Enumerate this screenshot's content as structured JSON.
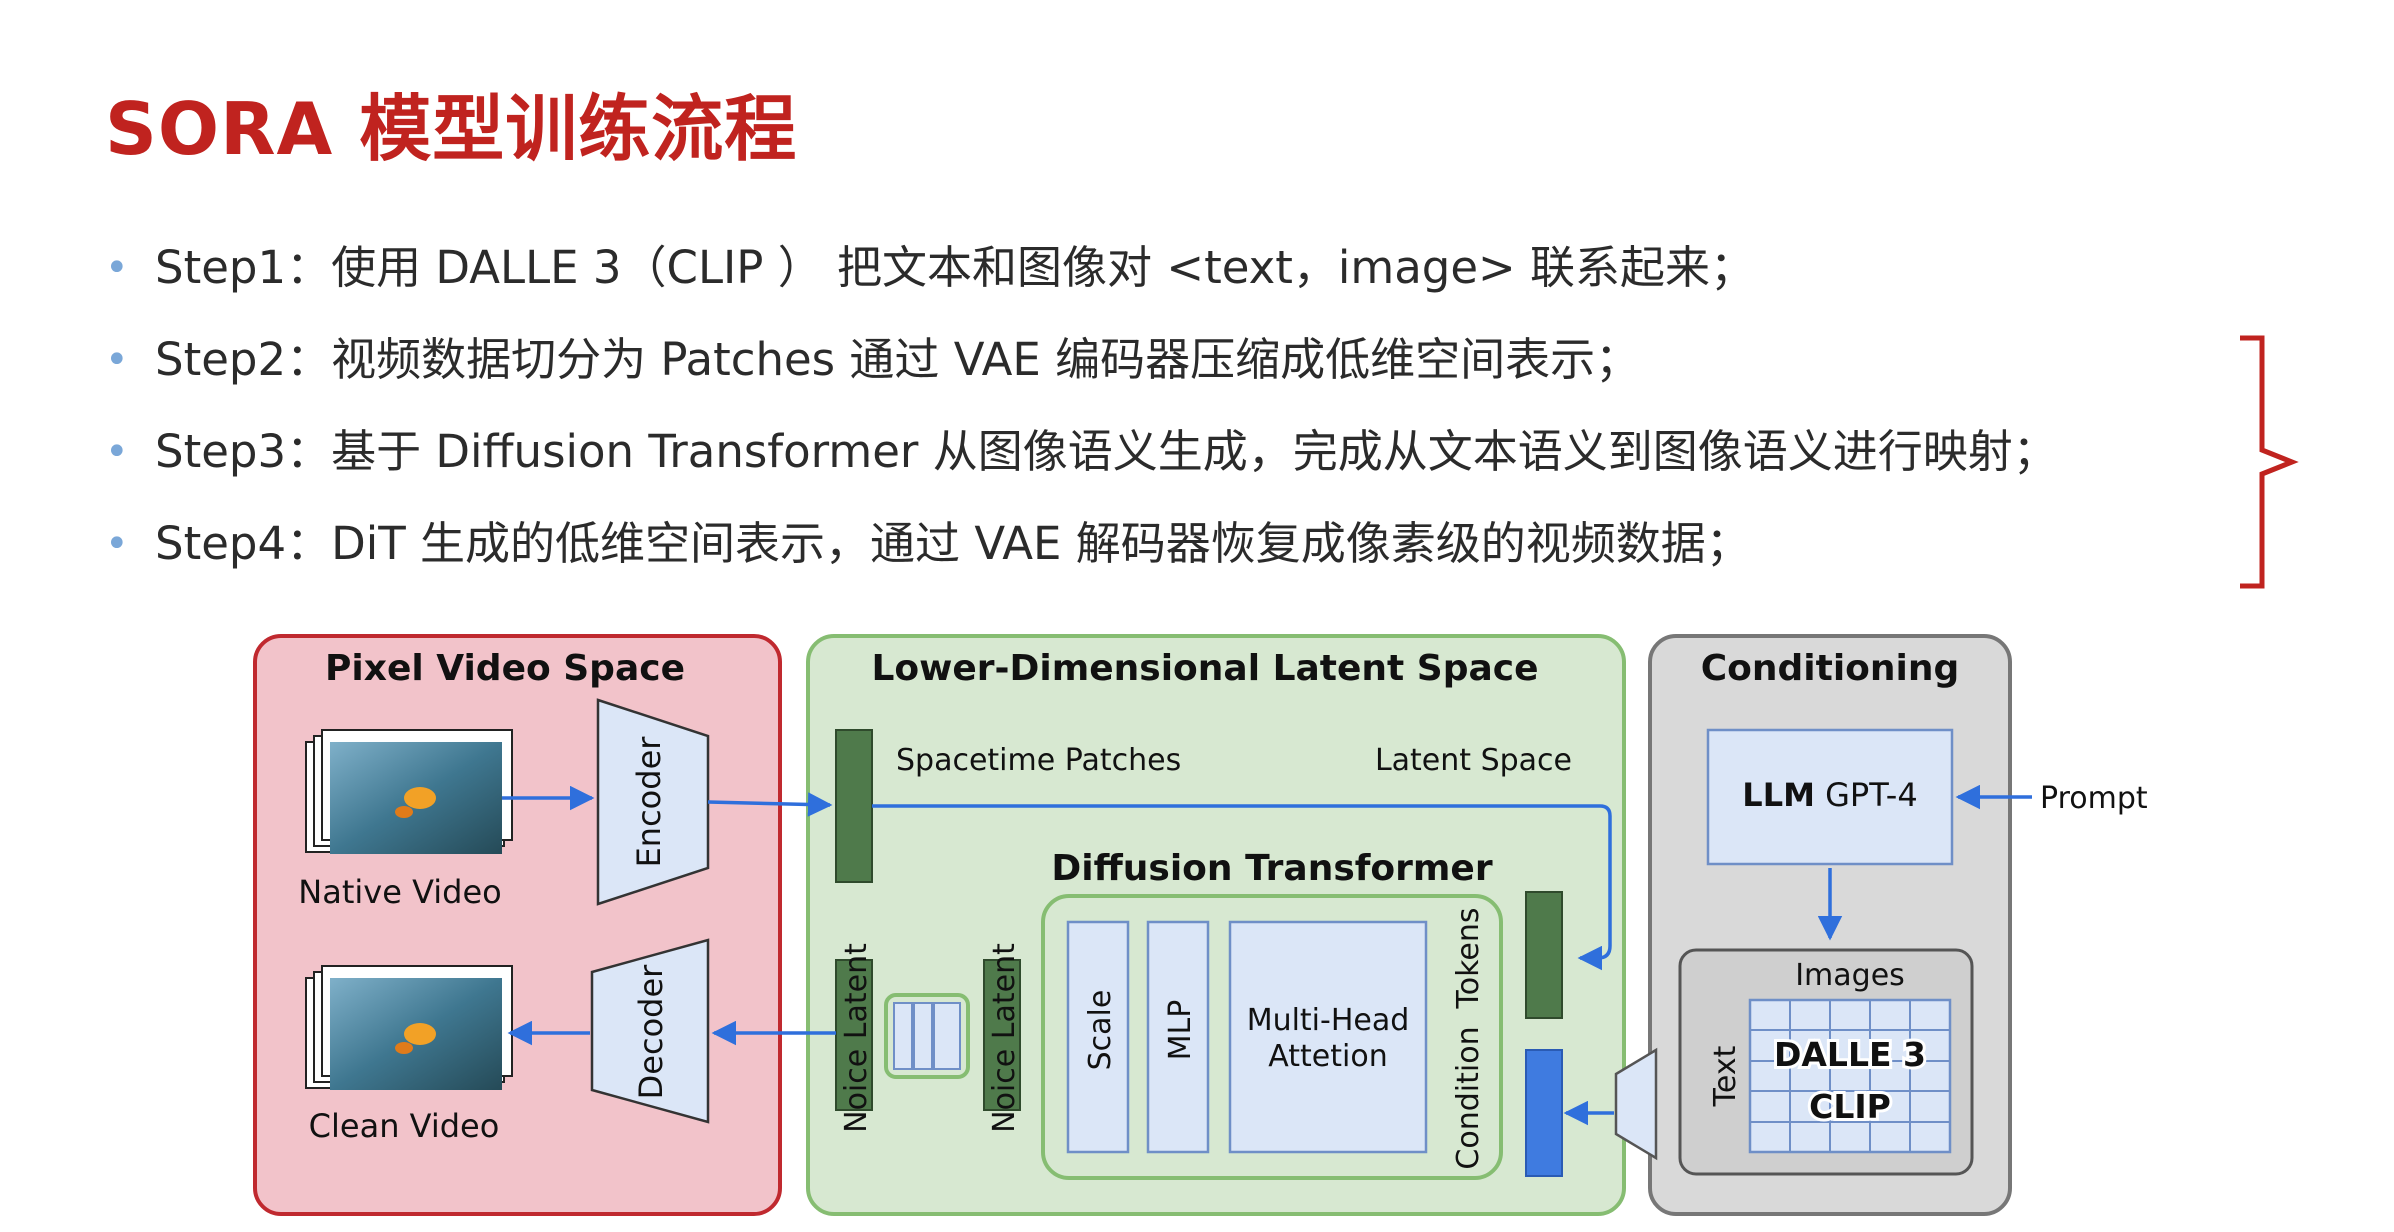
{
  "title": "SORA 模型训练流程",
  "steps": [
    {
      "label": "Step1：使用 DALLE 3（CLIP ） 把文本和图像对 <text，image> 联系起来；"
    },
    {
      "label": "Step2：视频数据切分为 Patches 通过 VAE 编码器压缩成低维空间表示；"
    },
    {
      "label": "Step3：基于 Diffusion Transformer 从图像语义生成，完成从文本语义到图像语义进行映射；"
    },
    {
      "label": "Step4：DiT 生成的低维空间表示，通过 VAE 解码器恢复成像素级的视频数据；"
    }
  ],
  "diagram": {
    "pixel_space": {
      "title": "Pixel Video Space",
      "native_video": "Native Video",
      "clean_video": "Clean Video",
      "encoder": "Encoder",
      "decoder": "Decoder"
    },
    "latent_space": {
      "title": "Lower-Dimensional Latent Space",
      "spacetime_patches": "Spacetime Patches",
      "latent_space": "Latent Space",
      "dit_title": "Diffusion Transformer",
      "scale": "Scale",
      "mlp": "MLP",
      "mha_line1": "Multi-Head",
      "mha_line2": "Attetion",
      "tokens": "Tokens",
      "condition": "Condition",
      "noise_latent_left": "Noice Latent",
      "noise_latent_right": "Noice Latent"
    },
    "conditioning": {
      "title": "Conditioning",
      "llm_bold": "LLM",
      "llm_rest": "GPT-4",
      "prompt": "Prompt",
      "images": "Images",
      "text": "Text",
      "dalle": "DALLE 3",
      "clip": "CLIP"
    }
  },
  "colors": {
    "title": "#c0231f",
    "bullet": "#7aa7d8",
    "pixel_bg": "#f2c3ca",
    "pixel_border": "#c0292f",
    "latent_bg": "#d7e8d1",
    "latent_border": "#86bd72",
    "cond_bg": "#d9d9d9",
    "cond_border": "#777777",
    "block_fill": "#dbe6f7",
    "block_stroke": "#6f8fc7",
    "patch_green": "#4f7a4b",
    "arrow_blue": "#2f6fdc",
    "brace": "#c0231f"
  }
}
